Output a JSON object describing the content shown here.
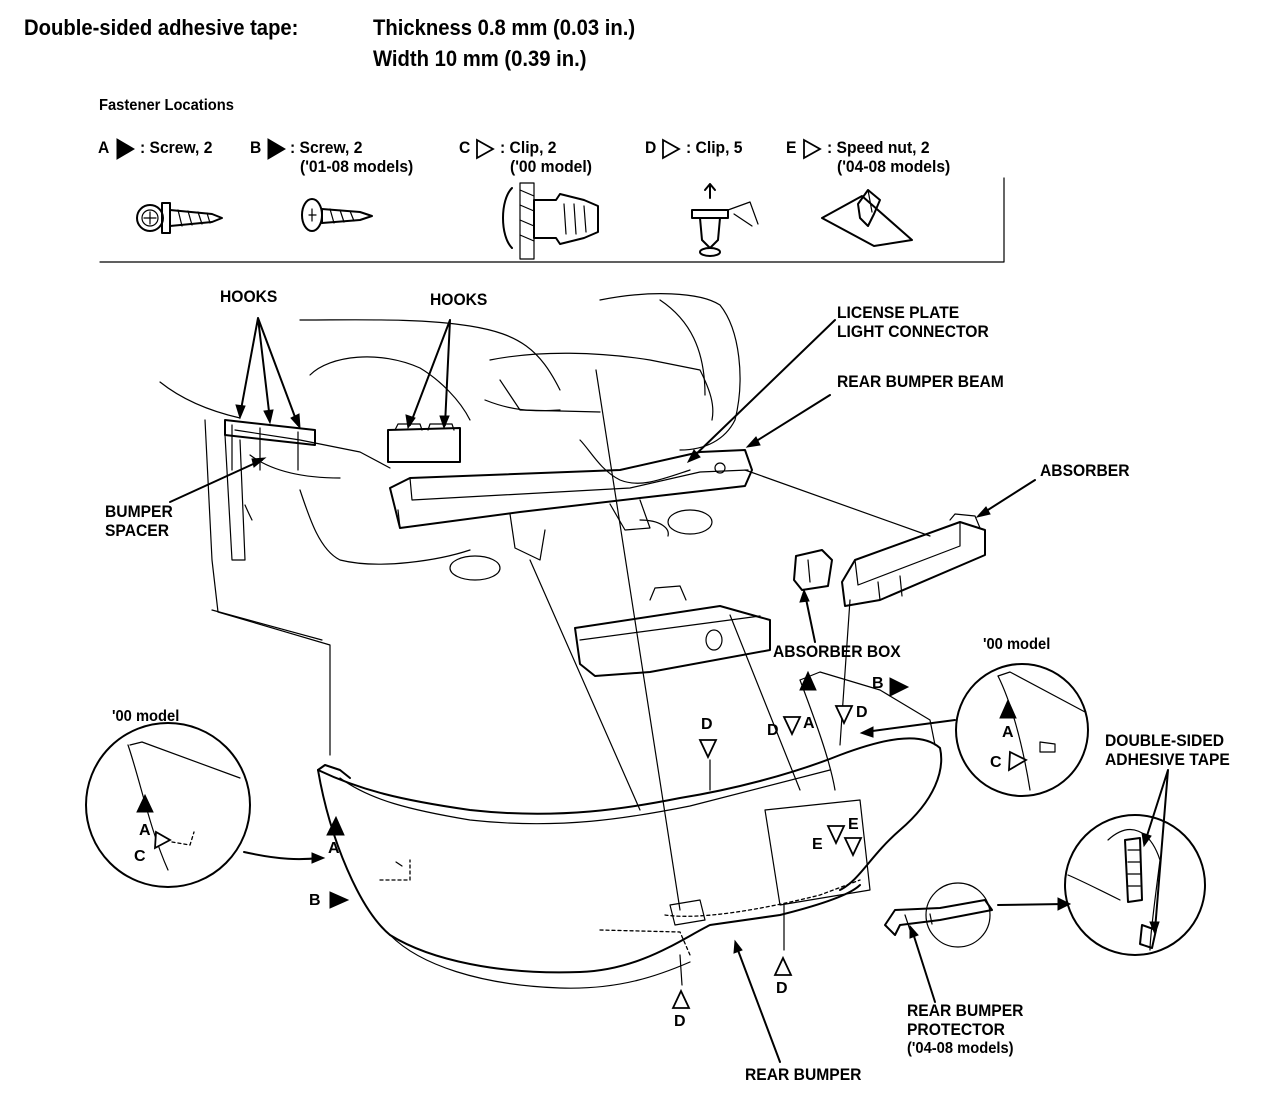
{
  "header": {
    "tape_label": "Double-sided adhesive tape:",
    "thickness": "Thickness 0.8 mm (0.03 in.)",
    "width": "Width 10 mm (0.39 in.)"
  },
  "fasteners": {
    "title": "Fastener Locations",
    "items": [
      {
        "letter": "A",
        "text": ": Screw, 2",
        "sub": "",
        "icon": "filled-triangle-icon"
      },
      {
        "letter": "B",
        "text": ": Screw, 2",
        "sub": "('01-08 models)",
        "icon": "filled-triangle-icon"
      },
      {
        "letter": "C",
        "text": ": Clip, 2",
        "sub": "('00 model)",
        "icon": "hollow-triangle-icon"
      },
      {
        "letter": "D",
        "text": ": Clip, 5",
        "sub": "",
        "icon": "hollow-triangle-icon"
      },
      {
        "letter": "E",
        "text": ": Speed nut, 2",
        "sub": "('04-08 models)",
        "icon": "hollow-triangle-icon"
      }
    ]
  },
  "labels": {
    "hooks_left": "HOOKS",
    "hooks_right": "HOOKS",
    "license_plate_1": "LICENSE PLATE",
    "license_plate_2": "LIGHT CONNECTOR",
    "rear_bumper_beam": "REAR BUMPER BEAM",
    "absorber": "ABSORBER",
    "bumper_spacer_1": "BUMPER",
    "bumper_spacer_2": "SPACER",
    "absorber_box": "ABSORBER BOX",
    "model_00_right": "'00 model",
    "model_00_left": "'00 model",
    "tape_1": "DOUBLE-SIDED",
    "tape_2": "ADHESIVE TAPE",
    "protector_1": "REAR BUMPER",
    "protector_2": "PROTECTOR",
    "protector_3": "('04-08 models)",
    "rear_bumper": "REAR BUMPER"
  },
  "markers": {
    "A": "A",
    "B": "B",
    "C": "C",
    "D": "D",
    "E": "E"
  }
}
